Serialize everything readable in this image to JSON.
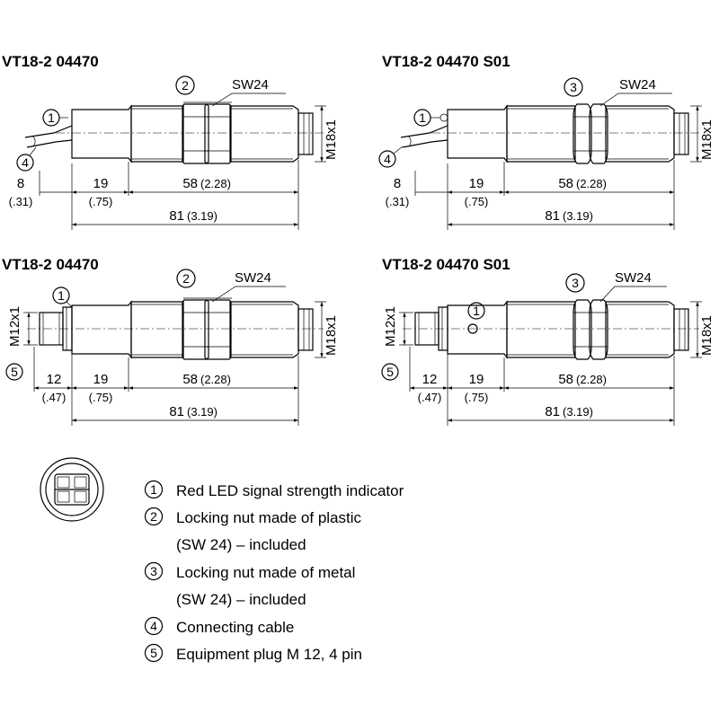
{
  "drawings": [
    {
      "title": "VT18-2 04470",
      "nut_callout": "2",
      "wrench": "SW24",
      "connector_callout": "4",
      "led_callout": "1",
      "thread": "M18x1",
      "front_dim": "8",
      "front_dim_in": "(.31)",
      "dim_19": "19",
      "dim_19_in": "(.75)",
      "dim_58": "58",
      "dim_58_in": "(2.28)",
      "dim_81": "81",
      "dim_81_in": "(3.19)"
    },
    {
      "title": "VT18-2 04470 S01",
      "nut_callout": "3",
      "wrench": "SW24",
      "connector_callout": "4",
      "led_callout": "1",
      "thread": "M18x1",
      "front_dim": "8",
      "front_dim_in": "(.31)",
      "dim_19": "19",
      "dim_19_in": "(.75)",
      "dim_58": "58",
      "dim_58_in": "(2.28)",
      "dim_81": "81",
      "dim_81_in": "(3.19)"
    },
    {
      "title": "VT18-2 04470",
      "nut_callout": "2",
      "wrench": "SW24",
      "connector_callout": "5",
      "led_callout": "1",
      "thread": "M18x1",
      "plug_thread": "M12x1",
      "front_dim": "12",
      "front_dim_in": "(.47)",
      "dim_19": "19",
      "dim_19_in": "(.75)",
      "dim_58": "58",
      "dim_58_in": "(2.28)",
      "dim_81": "81",
      "dim_81_in": "(3.19)"
    },
    {
      "title": "VT18-2 04470 S01",
      "nut_callout": "3",
      "wrench": "SW24",
      "connector_callout": "5",
      "led_callout": "1",
      "thread": "M18x1",
      "plug_thread": "M12x1",
      "front_dim": "12",
      "front_dim_in": "(.47)",
      "dim_19": "19",
      "dim_19_in": "(.75)",
      "dim_58": "58",
      "dim_58_in": "(2.28)",
      "dim_81": "81",
      "dim_81_in": "(3.19)"
    }
  ],
  "legend": [
    {
      "num": "1",
      "text": "Red LED signal strength indicator"
    },
    {
      "num": "2",
      "text": "Locking nut made of plastic"
    },
    {
      "num": "",
      "text": "(SW 24) – included"
    },
    {
      "num": "3",
      "text": "Locking nut made of metal"
    },
    {
      "num": "",
      "text": "(SW 24) – included"
    },
    {
      "num": "4",
      "text": "Connecting cable"
    },
    {
      "num": "5",
      "text": "Equipment plug M 12, 4 pin"
    }
  ]
}
